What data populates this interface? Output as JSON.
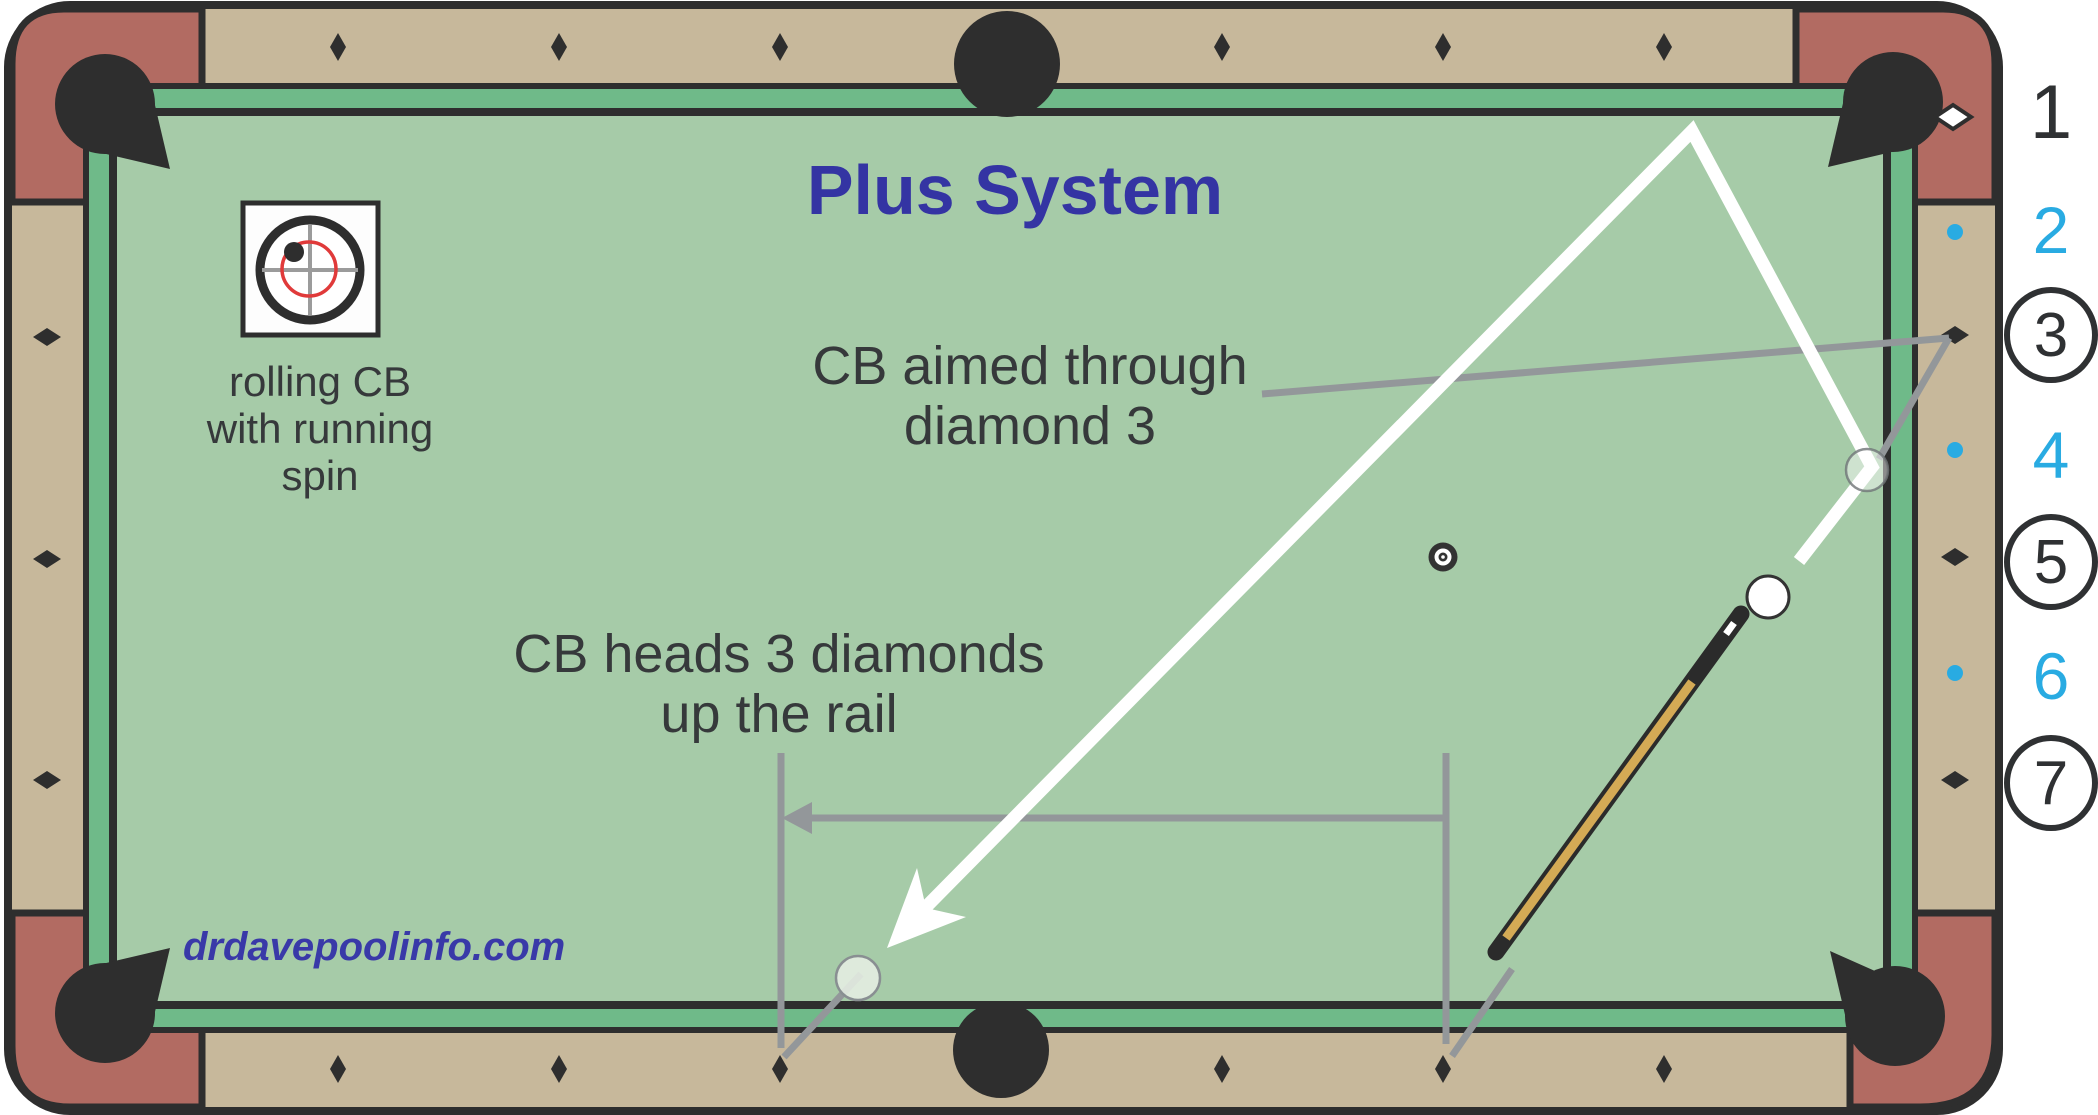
{
  "title": "Plus System",
  "watermark": "drdavepoolinfo.com",
  "labels": {
    "aim_line1": "CB aimed through",
    "aim_line2": "diamond 3",
    "heads_line1": "CB heads 3 diamonds",
    "heads_line2": "up the rail",
    "spin_line1": "rolling CB",
    "spin_line2": "with running",
    "spin_line3": "spin"
  },
  "rail_numbers": [
    {
      "label": "1",
      "style": "plain"
    },
    {
      "label": "2",
      "style": "blue"
    },
    {
      "label": "3",
      "style": "circled"
    },
    {
      "label": "4",
      "style": "blue"
    },
    {
      "label": "5",
      "style": "circled"
    },
    {
      "label": "6",
      "style": "blue"
    },
    {
      "label": "7",
      "style": "circled"
    }
  ],
  "colors": {
    "felt": "#a6cba8",
    "cushion": "#6fba89",
    "rail_wood": "#c7b89b",
    "corner_leather": "#b26b62",
    "outline_black": "#2e2e2e",
    "title_blue": "#3434a3",
    "watermark_blue": "#3939a8",
    "number_blue": "#29abe2",
    "annotation_gray": "#93979a",
    "trajectory_white": "#ffffff",
    "cue_wood": "#d4aa55",
    "spin_target_red": "#e03a3a"
  }
}
